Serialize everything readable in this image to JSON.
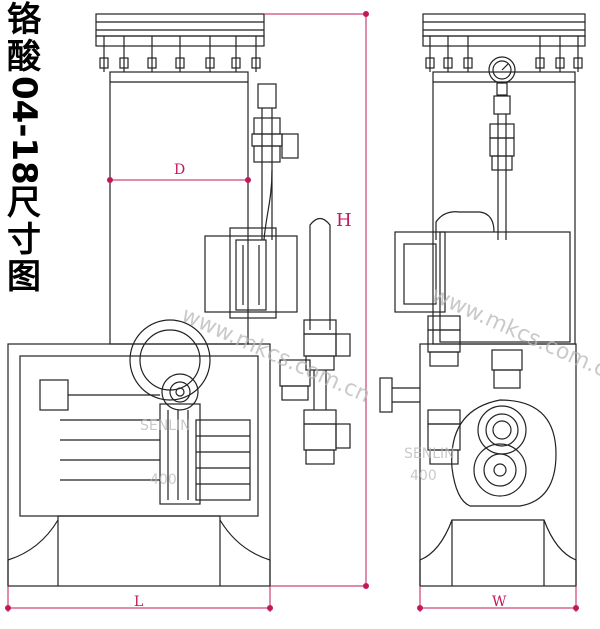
{
  "title": {
    "line1": "铬",
    "line2": "酸",
    "line3": "04-18",
    "line4": "尺",
    "line5": "寸",
    "line6": "图"
  },
  "dimensions": {
    "d": "D",
    "h": "H",
    "l": "L",
    "w": "W"
  },
  "watermark": {
    "url": "www.mkcs.com.cn",
    "brand": "SENLIN",
    "phone": "400"
  },
  "colors": {
    "dimension": "#c2185b",
    "line": "#222222",
    "watermark": "#b8b8b8"
  }
}
